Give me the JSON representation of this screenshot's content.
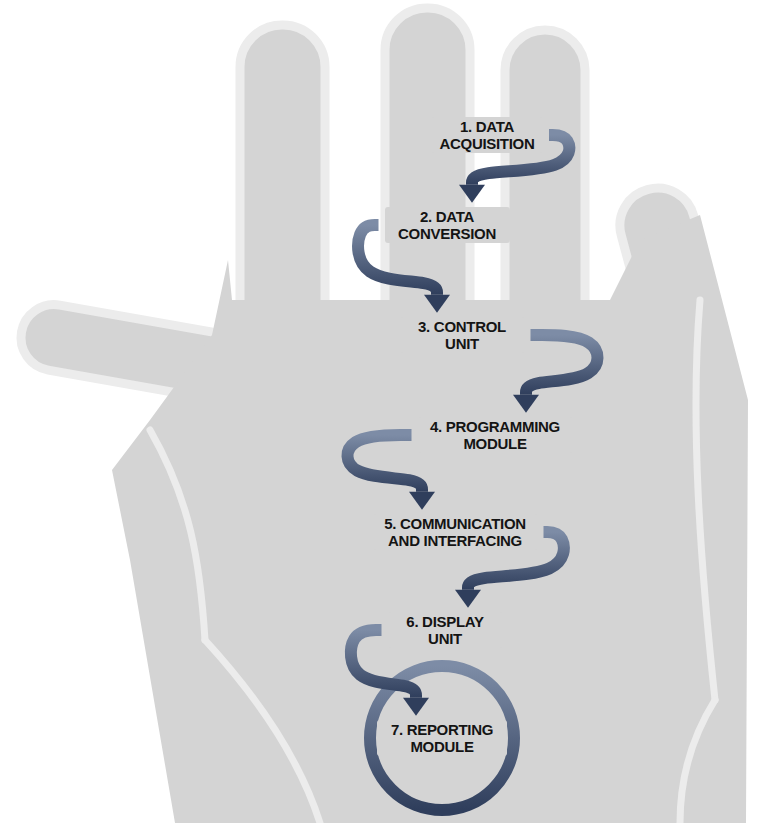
{
  "diagram": {
    "nodes": [
      {
        "text": [
          "1. DATA ACQUISITION"
        ]
      },
      {
        "text": [
          "2. DATA CONVERSION"
        ]
      },
      {
        "text": [
          "3. CONTROL UNIT"
        ]
      },
      {
        "text": [
          "4. PROGRAMMING MODULE"
        ]
      },
      {
        "text": [
          "5. COMMUNICATION AND INTERFACING"
        ]
      },
      {
        "text": [
          "6. DISPLAY UNIT"
        ]
      },
      {
        "text": [
          "7. REPORTING MODULE"
        ]
      }
    ],
    "edges": [
      {
        "from": 0,
        "to": 1,
        "arrow": "to"
      },
      {
        "from": 1,
        "to": 2,
        "arrow": "to"
      },
      {
        "from": 2,
        "to": 3,
        "arrow": "to"
      },
      {
        "from": 3,
        "to": 4,
        "arrow": "to"
      },
      {
        "from": 4,
        "to": 5,
        "arrow": "to"
      },
      {
        "from": 5,
        "to": 6,
        "arrow": "to"
      }
    ]
  }
}
